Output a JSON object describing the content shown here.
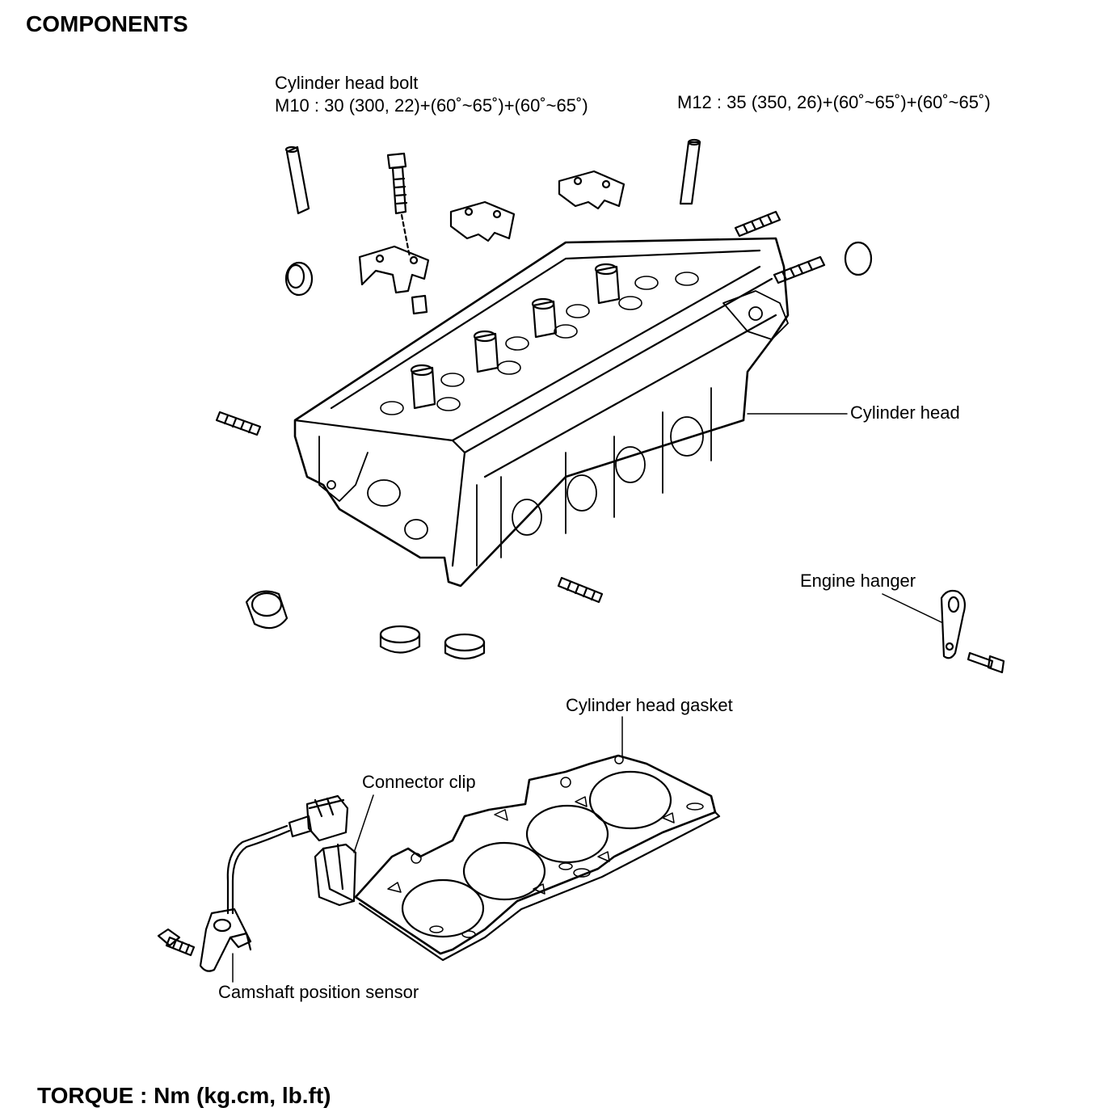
{
  "page": {
    "title": "COMPONENTS",
    "footer": "TORQUE : Nm (kg.cm, lb.ft)"
  },
  "labels": {
    "bolt_title": "Cylinder head bolt",
    "bolt_m10": "M10 : 30 (300, 22)+(60˚~65˚)+(60˚~65˚)",
    "bolt_m12": "M12 : 35 (350, 26)+(60˚~65˚)+(60˚~65˚)",
    "cylinder_head": "Cylinder head",
    "engine_hanger": "Engine hanger",
    "head_gasket": "Cylinder head gasket",
    "connector_clip": "Connector clip",
    "cam_sensor": "Camshaft position sensor"
  }
}
